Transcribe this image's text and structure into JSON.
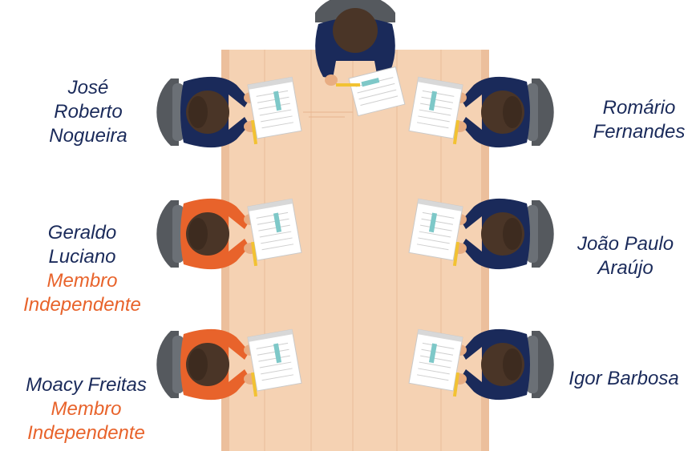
{
  "colors": {
    "table": "#f5d2b3",
    "table_edge": "#e8b48f",
    "navy": "#1a2a5a",
    "orange": "#e8632b",
    "hair": "#4a3527",
    "skin": "#e8ad83",
    "chair": "#55595e"
  },
  "people": [
    {
      "name_lines": [
        "José",
        "Roberto",
        "Nogueira"
      ],
      "role_lines": [],
      "shirt": "navy",
      "side": "left"
    },
    {
      "name_lines": [
        "Romário",
        "Fernandes"
      ],
      "role_lines": [],
      "shirt": "navy",
      "side": "right"
    },
    {
      "name_lines": [
        "Geraldo",
        "Luciano"
      ],
      "role_lines": [
        "Membro",
        "Independente"
      ],
      "shirt": "orange",
      "side": "left"
    },
    {
      "name_lines": [
        "João Paulo",
        "Araújo"
      ],
      "role_lines": [],
      "shirt": "navy",
      "side": "right"
    },
    {
      "name_lines": [
        "Moacy Freitas"
      ],
      "role_lines": [
        "Membro",
        "Independente"
      ],
      "shirt": "orange",
      "side": "left"
    },
    {
      "name_lines": [
        "Igor Barbosa"
      ],
      "role_lines": [],
      "shirt": "navy",
      "side": "right"
    }
  ],
  "icons": {
    "head_person": "person-top-view-icon",
    "seated_person": "seated-person-icon",
    "chair": "chair-icon",
    "notepad": "notepad-icon",
    "pencil": "pencil-icon"
  }
}
